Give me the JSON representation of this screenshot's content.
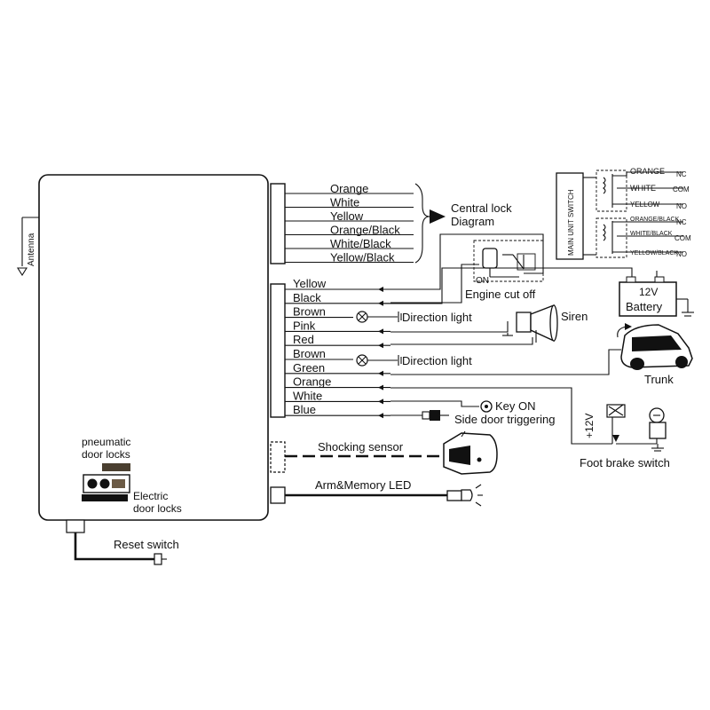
{
  "unit": {
    "antenna_label": "Antenna",
    "pneumatic_label_1": "pneumatic",
    "pneumatic_label_2": "door locks",
    "electric_label_1": "Electric",
    "electric_label_2": "door locks",
    "reset_label": "Reset switch"
  },
  "lock_wires": [
    "Orange",
    "White",
    "Yellow",
    "Orange/Black",
    "White/Black",
    "Yellow/Black"
  ],
  "central_lock": {
    "line1": "Central lock",
    "line2": "Diagram"
  },
  "relay_box": {
    "title": "MAIN UNIT SWITCH",
    "group1": [
      "ORANGE",
      "WHITE",
      "YELLOW"
    ],
    "group2": [
      "ORANGE/BLACK",
      "WHITE/BLACK",
      "YELLOW/BLACK"
    ],
    "contacts": [
      "NC",
      "COM",
      "NO"
    ]
  },
  "main_wires": [
    "Yellow",
    "Black",
    "Brown",
    "Pink",
    "Red",
    "Brown",
    "Green",
    "Orange",
    "White",
    "Blue"
  ],
  "components": {
    "engine_cut_off": "Engine cut off",
    "on_label": "ON",
    "battery_voltage": "12V",
    "battery_label": "Battery",
    "direction_light_1": "Direction light",
    "direction_light_2": "Direction light",
    "siren": "Siren",
    "trunk": "Trunk",
    "key_on": "Key ON",
    "side_door": "Side door triggering",
    "plus_12v": "+12V",
    "foot_brake": "Foot brake switch",
    "shocking_sensor": "Shocking sensor",
    "arm_led": "Arm&Memory LED"
  }
}
